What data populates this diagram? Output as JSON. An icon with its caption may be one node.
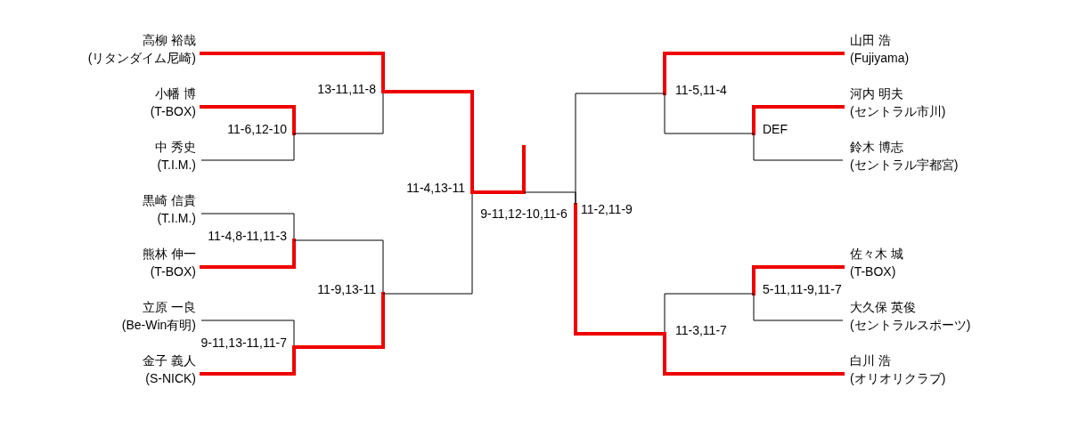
{
  "diagram": {
    "nodes": [
      {
        "text": [
          "高柳 裕哉",
          "(リタンダイム尼崎)"
        ]
      },
      {
        "text": [
          "小幡 博",
          "(T-BOX)"
        ]
      },
      {
        "text": [
          "中 秀史",
          "(T.I.M.)"
        ]
      },
      {
        "text": [
          "黒崎 信貴",
          "(T.I.M.)"
        ]
      },
      {
        "text": [
          "熊林 伸一",
          "(T-BOX)"
        ]
      },
      {
        "text": [
          "立原 一良",
          "(Be-Win有明)"
        ]
      },
      {
        "text": [
          "金子 義人",
          "(S-NICK)"
        ]
      },
      {
        "text": [
          "山田 浩",
          "(Fujiyama)"
        ]
      },
      {
        "text": [
          "河内 明夫",
          "(セントラル市川)"
        ]
      },
      {
        "text": [
          "鈴木 博志",
          "(セントラル宇都宮)"
        ]
      },
      {
        "text": [
          "佐々木 城",
          "(T-BOX)"
        ]
      },
      {
        "text": [
          "大久保 英俊",
          "(セントラルスポーツ)"
        ]
      },
      {
        "text": [
          "白川 浩",
          "(オリオリクラブ)"
        ]
      },
      {
        "text": [
          "11-6,12-10"
        ]
      },
      {
        "text": [
          "13-11,11-8"
        ]
      },
      {
        "text": [
          "11-4,8-11,11-3"
        ]
      },
      {
        "text": [
          "9-11,13-11,11-7"
        ]
      },
      {
        "text": [
          "11-9,13-11"
        ]
      },
      {
        "text": [
          "11-4,13-11"
        ]
      },
      {
        "text": [
          "9-11,12-10,11-6"
        ]
      },
      {
        "text": [
          "11-2,11-9"
        ]
      },
      {
        "text": [
          "11-5,11-4"
        ]
      },
      {
        "text": [
          "DEF"
        ]
      },
      {
        "text": [
          "5-11,11-9,11-7"
        ]
      },
      {
        "text": [
          "11-3,11-7"
        ]
      }
    ],
    "edges": [
      {
        "from": 0,
        "to": 14,
        "arrow": "none"
      },
      {
        "from": 1,
        "to": 13,
        "arrow": "none"
      },
      {
        "from": 2,
        "to": 13,
        "arrow": "none",
        "color": "#000000"
      },
      {
        "from": 13,
        "to": 14,
        "arrow": "none",
        "color": "#000000"
      },
      {
        "from": 14,
        "to": 18,
        "arrow": "none"
      },
      {
        "from": 3,
        "to": 15,
        "arrow": "none",
        "color": "#000000"
      },
      {
        "from": 4,
        "to": 15,
        "arrow": "none"
      },
      {
        "from": 15,
        "to": 17,
        "arrow": "none",
        "color": "#000000"
      },
      {
        "from": 5,
        "to": 16,
        "arrow": "none",
        "color": "#000000"
      },
      {
        "from": 6,
        "to": 16,
        "arrow": "none"
      },
      {
        "from": 16,
        "to": 17,
        "arrow": "none"
      },
      {
        "from": 17,
        "to": 18,
        "arrow": "none",
        "color": "#000000"
      },
      {
        "from": 18,
        "to": 19,
        "arrow": "none"
      },
      {
        "from": 19,
        "to": null,
        "arrow": "none"
      },
      {
        "from": 7,
        "to": 21,
        "arrow": "none"
      },
      {
        "from": 8,
        "to": 22,
        "arrow": "none"
      },
      {
        "from": 9,
        "to": 22,
        "arrow": "none",
        "color": "#000000"
      },
      {
        "from": 22,
        "to": 21,
        "arrow": "none",
        "color": "#000000"
      },
      {
        "from": 21,
        "to": 20,
        "arrow": "none",
        "color": "#000000"
      },
      {
        "from": 10,
        "to": 23,
        "arrow": "none"
      },
      {
        "from": 11,
        "to": 23,
        "arrow": "none",
        "color": "#000000"
      },
      {
        "from": 23,
        "to": 24,
        "arrow": "none",
        "color": "#000000"
      },
      {
        "from": 12,
        "to": 24,
        "arrow": "none"
      },
      {
        "from": 24,
        "to": 20,
        "arrow": "none"
      },
      {
        "from": 20,
        "to": 19,
        "arrow": "none",
        "color": "#000000"
      }
    ]
  }
}
